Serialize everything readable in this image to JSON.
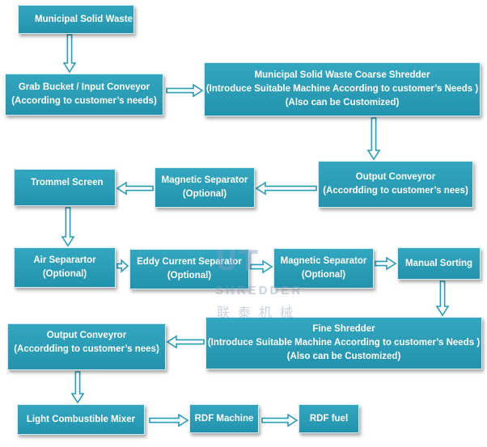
{
  "nodes": {
    "msw": [
      "Municipal Solid Waste"
    ],
    "grab": [
      "Grab Bucket / Input Conveyor",
      "(According to customer’s needs)"
    ],
    "coarse": [
      "Municipal Solid Waste Coarse Shredder",
      "(Introduce Suitable Machine According to customer’s Needs )",
      "(Also can be Customized)"
    ],
    "output1": [
      "Output Conveyror",
      "(Accordding to customer’s nees)"
    ],
    "mag1": [
      "Magnetic Separator",
      "(Optional)"
    ],
    "trommel": [
      "Trommel Screen"
    ],
    "air": [
      "Air Separartor",
      "(Optional)"
    ],
    "eddy": [
      "Eddy Current Separator",
      "(Optional)"
    ],
    "mag2": [
      "Magnetic Separator",
      "(Optional)"
    ],
    "manual": [
      "Manual Sorting"
    ],
    "fine": [
      "Fine Shredder",
      "(Introduce Suitable Machine According to customer’s Needs )",
      "(Also can be Customized)"
    ],
    "output2": [
      "Output Conveyror",
      "(Accordding to customer’s nees)"
    ],
    "mixer": [
      "Light Combustible Mixer"
    ],
    "rdf_machine": [
      "RDF Machine"
    ],
    "rdf_fuel": [
      "RDF fuel"
    ]
  },
  "edges": [
    [
      "msw",
      "grab"
    ],
    [
      "grab",
      "coarse"
    ],
    [
      "coarse",
      "output1"
    ],
    [
      "output1",
      "mag1"
    ],
    [
      "mag1",
      "trommel"
    ],
    [
      "trommel",
      "air"
    ],
    [
      "air",
      "eddy"
    ],
    [
      "eddy",
      "mag2"
    ],
    [
      "mag2",
      "manual"
    ],
    [
      "manual",
      "fine"
    ],
    [
      "fine",
      "output2"
    ],
    [
      "output2",
      "mixer"
    ],
    [
      "mixer",
      "rdf_machine"
    ],
    [
      "rdf_machine",
      "rdf_fuel"
    ]
  ],
  "watermark": {
    "logo": "UT",
    "brand": "SHREDDER",
    "chinese": "联泰机械"
  },
  "colors": {
    "box": "#2a9bb5",
    "arrow": "#2a9bb5"
  }
}
